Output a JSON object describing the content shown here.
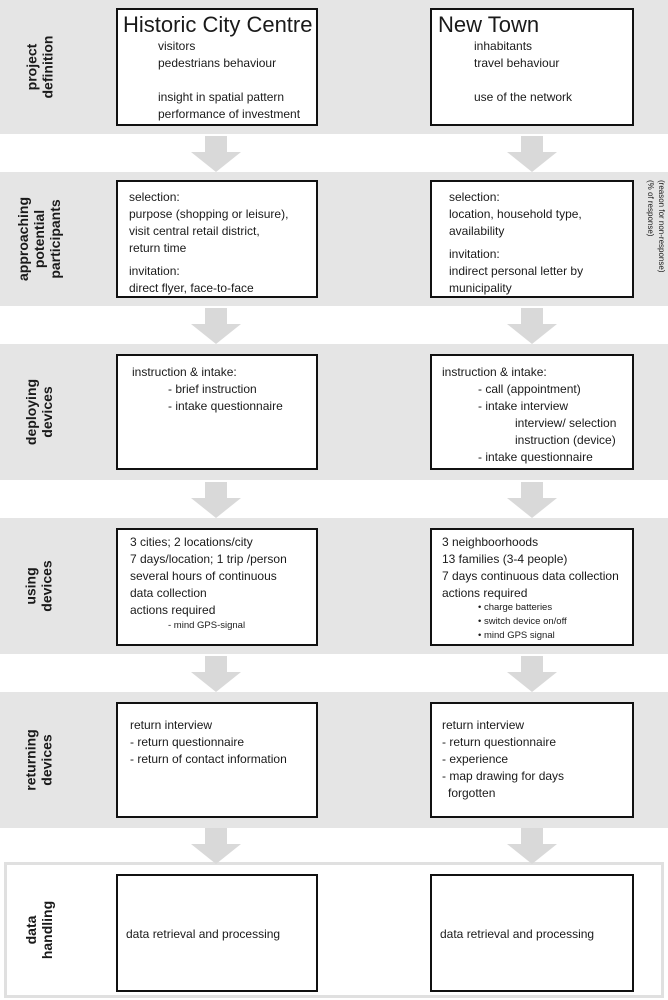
{
  "stages": [
    {
      "label": "project\ndefinition"
    },
    {
      "label": "approaching\npotential\nparticipants"
    },
    {
      "label": "deploying\ndevices"
    },
    {
      "label": "using\ndevices"
    },
    {
      "label": "returning\ndevices"
    },
    {
      "label": "data\nhandling"
    }
  ],
  "left": {
    "title": "Historic City Centre",
    "s1": [
      "visitors",
      "pedestrians behaviour",
      "insight in spatial pattern",
      "performance of investment"
    ],
    "s2": [
      "selection:",
      "purpose (shopping or leisure),",
      "visit central retail district,",
      "return time",
      "invitation:",
      "direct flyer, face-to-face"
    ],
    "s3": [
      "instruction & intake:",
      "- brief instruction",
      "- intake questionnaire"
    ],
    "s4": [
      "3 cities; 2 locations/city",
      "7 days/location; 1 trip /person",
      "several hours of continuous",
      "data collection",
      "actions required",
      "- mind GPS-signal"
    ],
    "s5": [
      "return interview",
      "- return questionnaire",
      "- return of contact information"
    ],
    "s6": [
      "data retrieval and processing"
    ]
  },
  "right": {
    "title": "New Town",
    "s1": [
      "inhabitants",
      "travel behaviour",
      "use of the network"
    ],
    "s2": [
      "selection:",
      "location, household type,",
      "availability",
      "invitation:",
      "indirect personal letter by",
      "municipality"
    ],
    "s3": [
      "instruction & intake:",
      "- call (appointment)",
      "- intake interview",
      "interview/ selection",
      "instruction (device)",
      "- intake questionnaire"
    ],
    "s4": [
      "3 neighboorhoods",
      "13 families (3-4 people)",
      "7 days continuous data collection",
      "actions required",
      "• charge batteries",
      "• switch device on/off",
      "• mind GPS signal"
    ],
    "s5": [
      "return interview",
      "- return questionnaire",
      "- experience",
      "- map drawing for days",
      "forgotten"
    ],
    "s6": [
      "data retrieval and processing"
    ]
  },
  "side_notes": [
    "(% of response)",
    "(reason for non-response)"
  ]
}
